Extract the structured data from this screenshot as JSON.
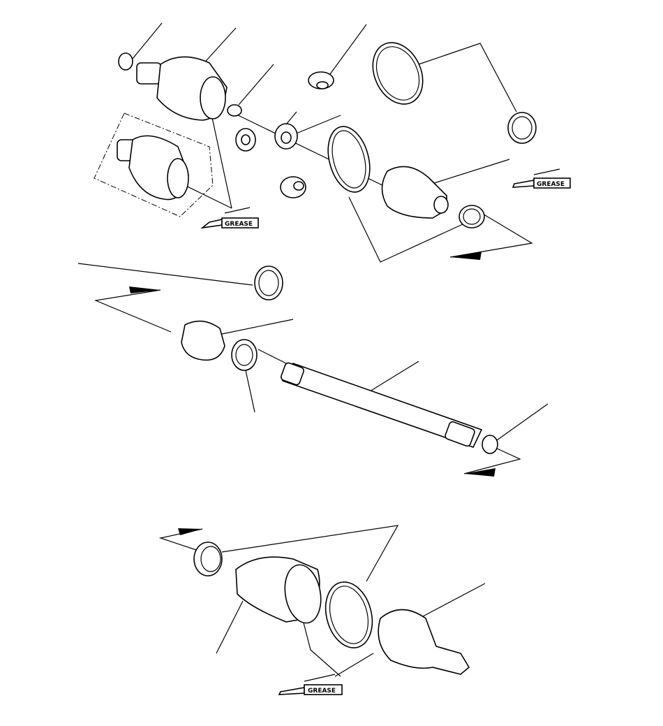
{
  "diagram": {
    "type": "exploded-parts-view",
    "grease_labels": [
      "GREASE",
      "GREASE",
      "GREASE"
    ]
  }
}
